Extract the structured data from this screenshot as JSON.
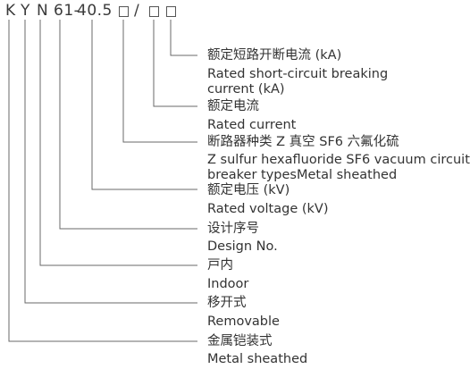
{
  "code": {
    "parts": [
      "K",
      "Y",
      "N",
      "61-",
      "40.5",
      "/"
    ]
  },
  "entries": [
    {
      "zh": "额定短路开断电流 (kA)",
      "en": [
        "Rated short-circuit breaking",
        "current (kA)"
      ]
    },
    {
      "zh": "额定电流",
      "en": [
        "Rated current"
      ]
    },
    {
      "zh": "断路器种类 Z 真空 SF6 六氟化硫",
      "en": [
        "Z sulfur hexafluoride SF6 vacuum circuit",
        "breaker typesMetal sheathed"
      ]
    },
    {
      "zh": "额定电压 (kV)",
      "en": [
        "Rated voltage (kV)"
      ]
    },
    {
      "zh": "设计序号",
      "en": [
        "Design No."
      ]
    },
    {
      "zh": "戸内",
      "en": [
        "Indoor"
      ]
    },
    {
      "zh": "移开式",
      "en": [
        "Removable"
      ]
    },
    {
      "zh": "金属铠装式",
      "en": [
        "Metal sheathed"
      ]
    }
  ],
  "colors": {
    "text": "#333333",
    "line": "#6a6a6a"
  }
}
